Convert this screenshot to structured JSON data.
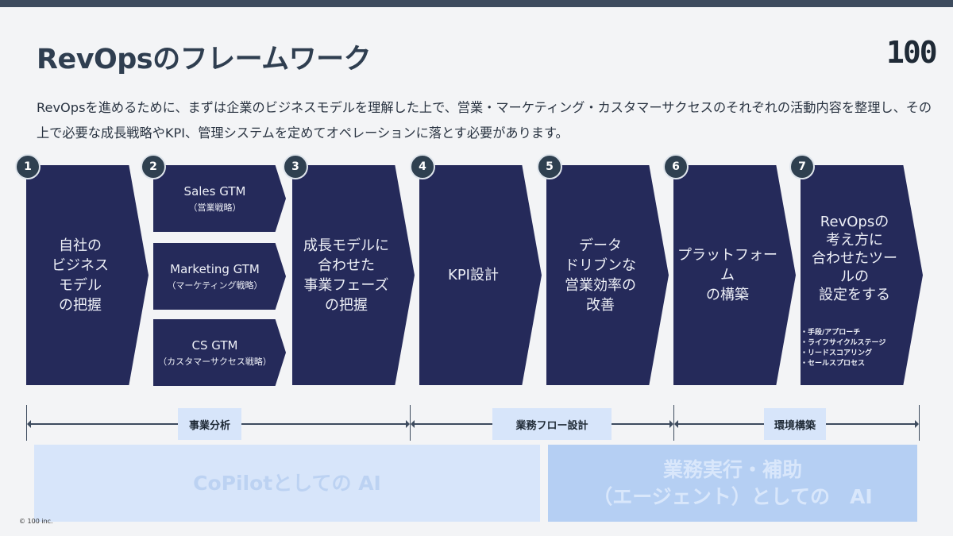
{
  "title": "RevOpsのフレームワーク",
  "logo": "100",
  "description": "RevOpsを進めるために、まずは企業のビジネスモデルを理解した上で、営業・マーケティング・カスタマーサクセスのそれぞれの活動内容を整理し、その上で必要な成長戦略やKPI、管理システムを定めてオペレーションに落とす必要があります。",
  "steps": [
    {
      "num": "1",
      "label": "自社の\nビジネス\nモデル\nの把握"
    },
    {
      "num": "2",
      "subs": [
        {
          "name": "Sales GTM",
          "sub": "（営業戦略）"
        },
        {
          "name": "Marketing GTM",
          "sub": "（マーケティング戦略）"
        },
        {
          "name": "CS GTM",
          "sub": "（カスタマーサクセス戦略）"
        }
      ]
    },
    {
      "num": "3",
      "label": "成長モデルに\n合わせた\n事業フェーズ\nの把握"
    },
    {
      "num": "4",
      "label": "KPI設計"
    },
    {
      "num": "5",
      "label": "データ\nドリブンな\n営業効率の\n改善"
    },
    {
      "num": "6",
      "label": "プラットフォー\nム\nの構築"
    },
    {
      "num": "7",
      "label": "RevOpsの\n考え方に\n合わせたツー\nルの\n設定をする",
      "bullets": [
        "・手段/アプローチ",
        "・ライフサイクルステージ",
        "・リードスコアリング",
        "・セールスプロセス"
      ]
    }
  ],
  "phases": [
    "事業分析",
    "業務フロー設計",
    "環境構築"
  ],
  "ai": {
    "copilot": "CoPilotとしての AI",
    "agent": "業務実行・補助\n（エージェント）としての　AI"
  },
  "copyright": "© 100 inc."
}
